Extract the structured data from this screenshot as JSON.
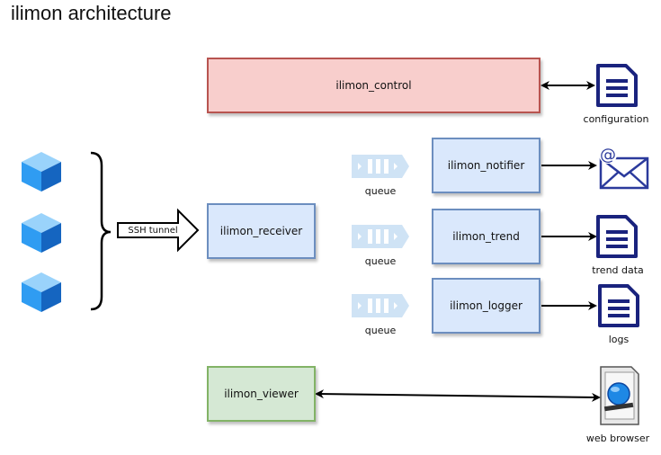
{
  "title": "ilimon architecture",
  "colors": {
    "control_fill": "#f8cecc",
    "control_border": "#b85450",
    "blue_fill": "#dae8fc",
    "blue_border": "#6c8ebf",
    "green_fill": "#d5e8d4",
    "green_border": "#82b366",
    "icon_navy": "#1a237e",
    "cube_blue": "#2196f3",
    "queue_blue": "#cfe3f5"
  },
  "components": {
    "control": "ilimon_control",
    "receiver": "ilimon_receiver",
    "notifier": "ilimon_notifier",
    "trend": "ilimon_trend",
    "logger": "ilimon_logger",
    "viewer": "ilimon_viewer"
  },
  "tunnel_label": "SSH tunnel",
  "queues": [
    "queue",
    "queue",
    "queue"
  ],
  "outputs": {
    "configuration": "configuration",
    "trend_data": "trend data",
    "logs": "logs",
    "web_browser": "web browser"
  },
  "icons": {
    "hosts": "cube-icon",
    "queue": "message-queue-icon",
    "configuration": "document-icon",
    "email": "email-icon",
    "trend_data": "document-icon",
    "logs": "document-icon",
    "web_browser": "web-browser-icon"
  }
}
